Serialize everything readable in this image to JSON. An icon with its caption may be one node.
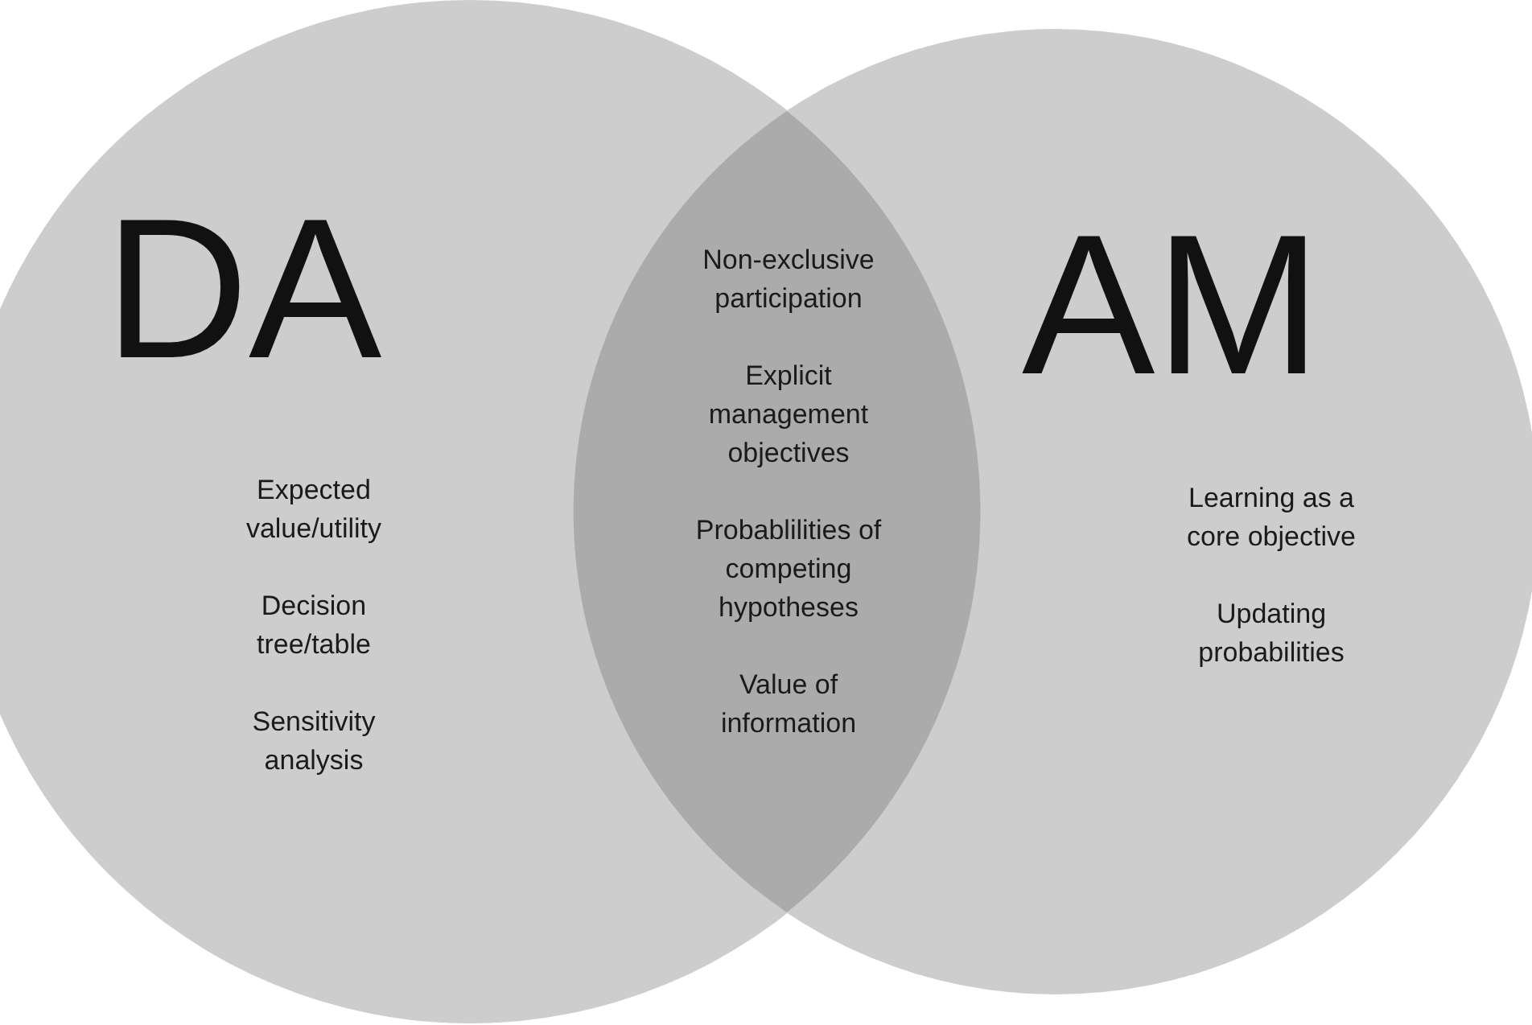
{
  "diagram": {
    "nodes": [
      {
        "text": [
          "DA",
          "Expected value/utility",
          "Decision tree/table",
          "Sensitivity analysis"
        ]
      },
      {
        "text": [
          "AM",
          "Learning as a core objective",
          "Updating probabilities"
        ]
      },
      {
        "text": [
          "Non-exclusive participation",
          "Explicit management objectives",
          "Probablilities of competing hypotheses",
          "Value of information"
        ]
      }
    ]
  }
}
